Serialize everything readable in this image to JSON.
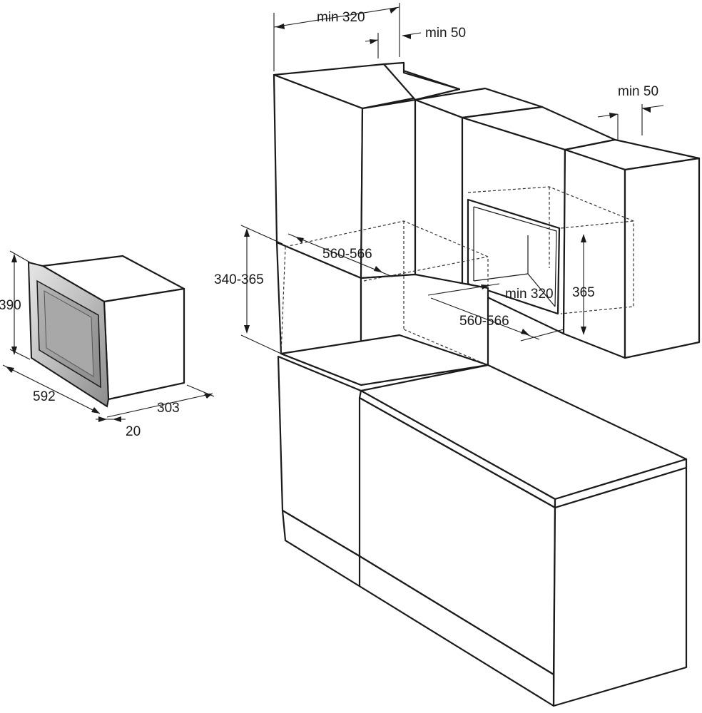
{
  "dimensions": {
    "appliance_height": "390",
    "appliance_width": "592",
    "appliance_depth": "303",
    "door_thickness": "20",
    "niche_height": "340-365",
    "niche_width_lower": "560-566",
    "upper_depth_min": "min 320",
    "gap_top": "min 50",
    "gap_side": "min 50",
    "upper_niche_depth": "min 320",
    "upper_niche_height": "365",
    "upper_niche_width": "560-566"
  },
  "colors": {
    "line": "#1a1a1a",
    "steel_light": "#d9d9d9",
    "steel_dark": "#8c8c8c",
    "glass": "#9a9a9a"
  }
}
